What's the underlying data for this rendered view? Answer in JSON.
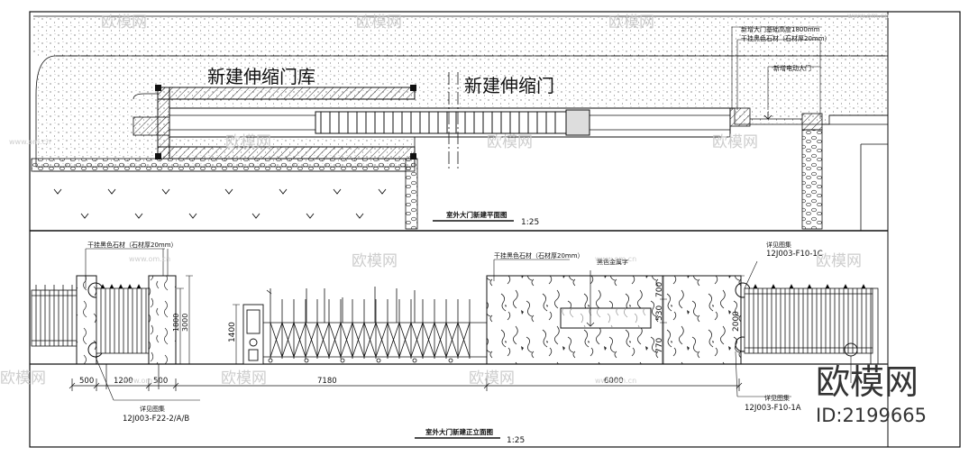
{
  "plan": {
    "label_garage": "新建伸缩门库",
    "label_gate": "新建伸缩门",
    "note_top1": "新增大门基础高度1800mm",
    "note_top2": "干挂黑色石材（石材厚20mm）",
    "note_top3": "新增电动大门",
    "title": "室外大门新建平面图",
    "scale": "1:25"
  },
  "elevation": {
    "note_left": "干挂黑色石材（石材厚20mm）",
    "note_mid": "干挂黑色石材（石材厚20mm）",
    "note_sign": "黑色金属字",
    "ref_right_title": "详见图集",
    "ref_right_code": "12J003-F10-1C",
    "ref_left_title": "详见图集",
    "ref_left_code": "12J003-F22-2/A/B",
    "ref_bottom_right_title": "详见图集",
    "ref_bottom_right_code": "12J003-F10-1A",
    "dim_pillar_h1": "1800",
    "dim_pillar_h2": "3000",
    "dim_gate_h": "1400",
    "dim_wall_700": "700",
    "dim_wall_530": "530",
    "dim_wall_770": "770",
    "dim_wall_2000": "2000",
    "dims_bottom": [
      "500",
      "1200",
      "500",
      "7180",
      "6000"
    ],
    "title": "室外大门新建正立面图",
    "scale": "1:25"
  },
  "watermark": {
    "brand": "欧模网",
    "site": "www.om.cn",
    "id": "ID:2199665"
  }
}
